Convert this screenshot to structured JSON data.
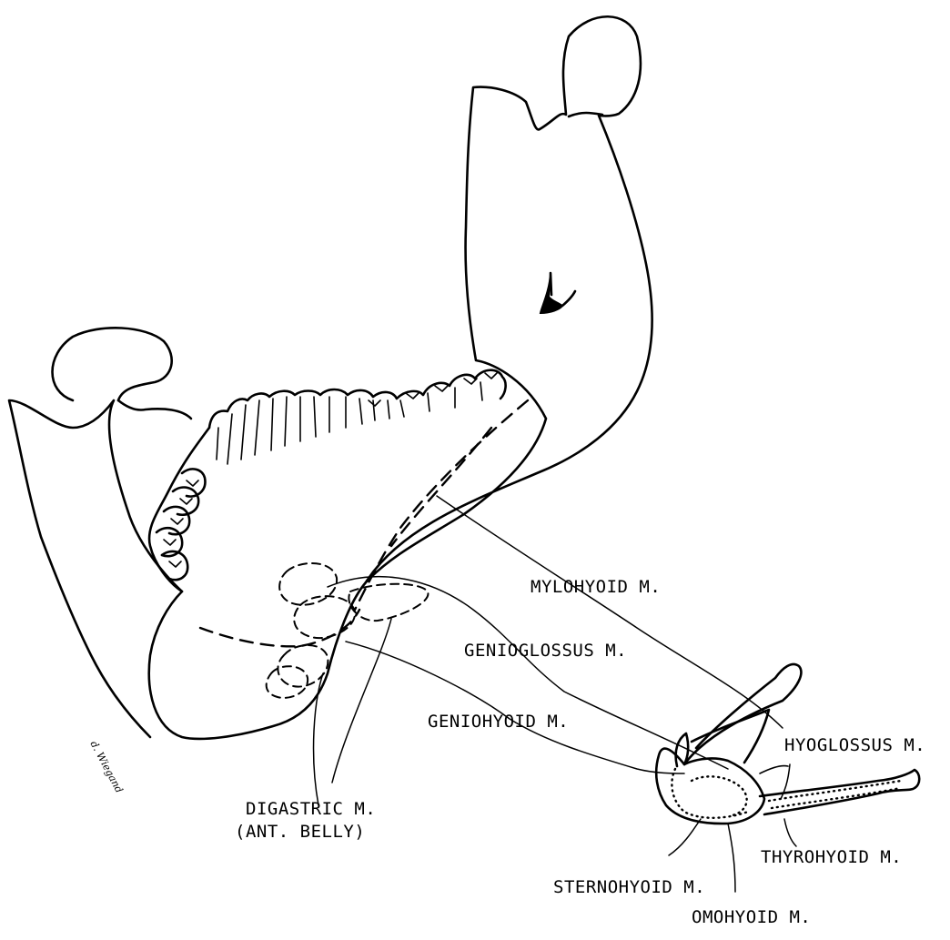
{
  "labels": {
    "mylohyoid": "MYLOHYOID M.",
    "genioglossus": "GENIOGLOSSUS M.",
    "geniohyoid": "GENIOHYOID M.",
    "hyoglossus": "HYOGLOSSUS M.",
    "digastric_line1": "DIGASTRIC M.",
    "digastric_line2": "(ANT. BELLY)",
    "thyrohyoid": "THYROHYOID M.",
    "sternohyoid": "STERNOHYOID M.",
    "omohyoid": "OMOHYOID M."
  },
  "signature": "d. Wiegand"
}
